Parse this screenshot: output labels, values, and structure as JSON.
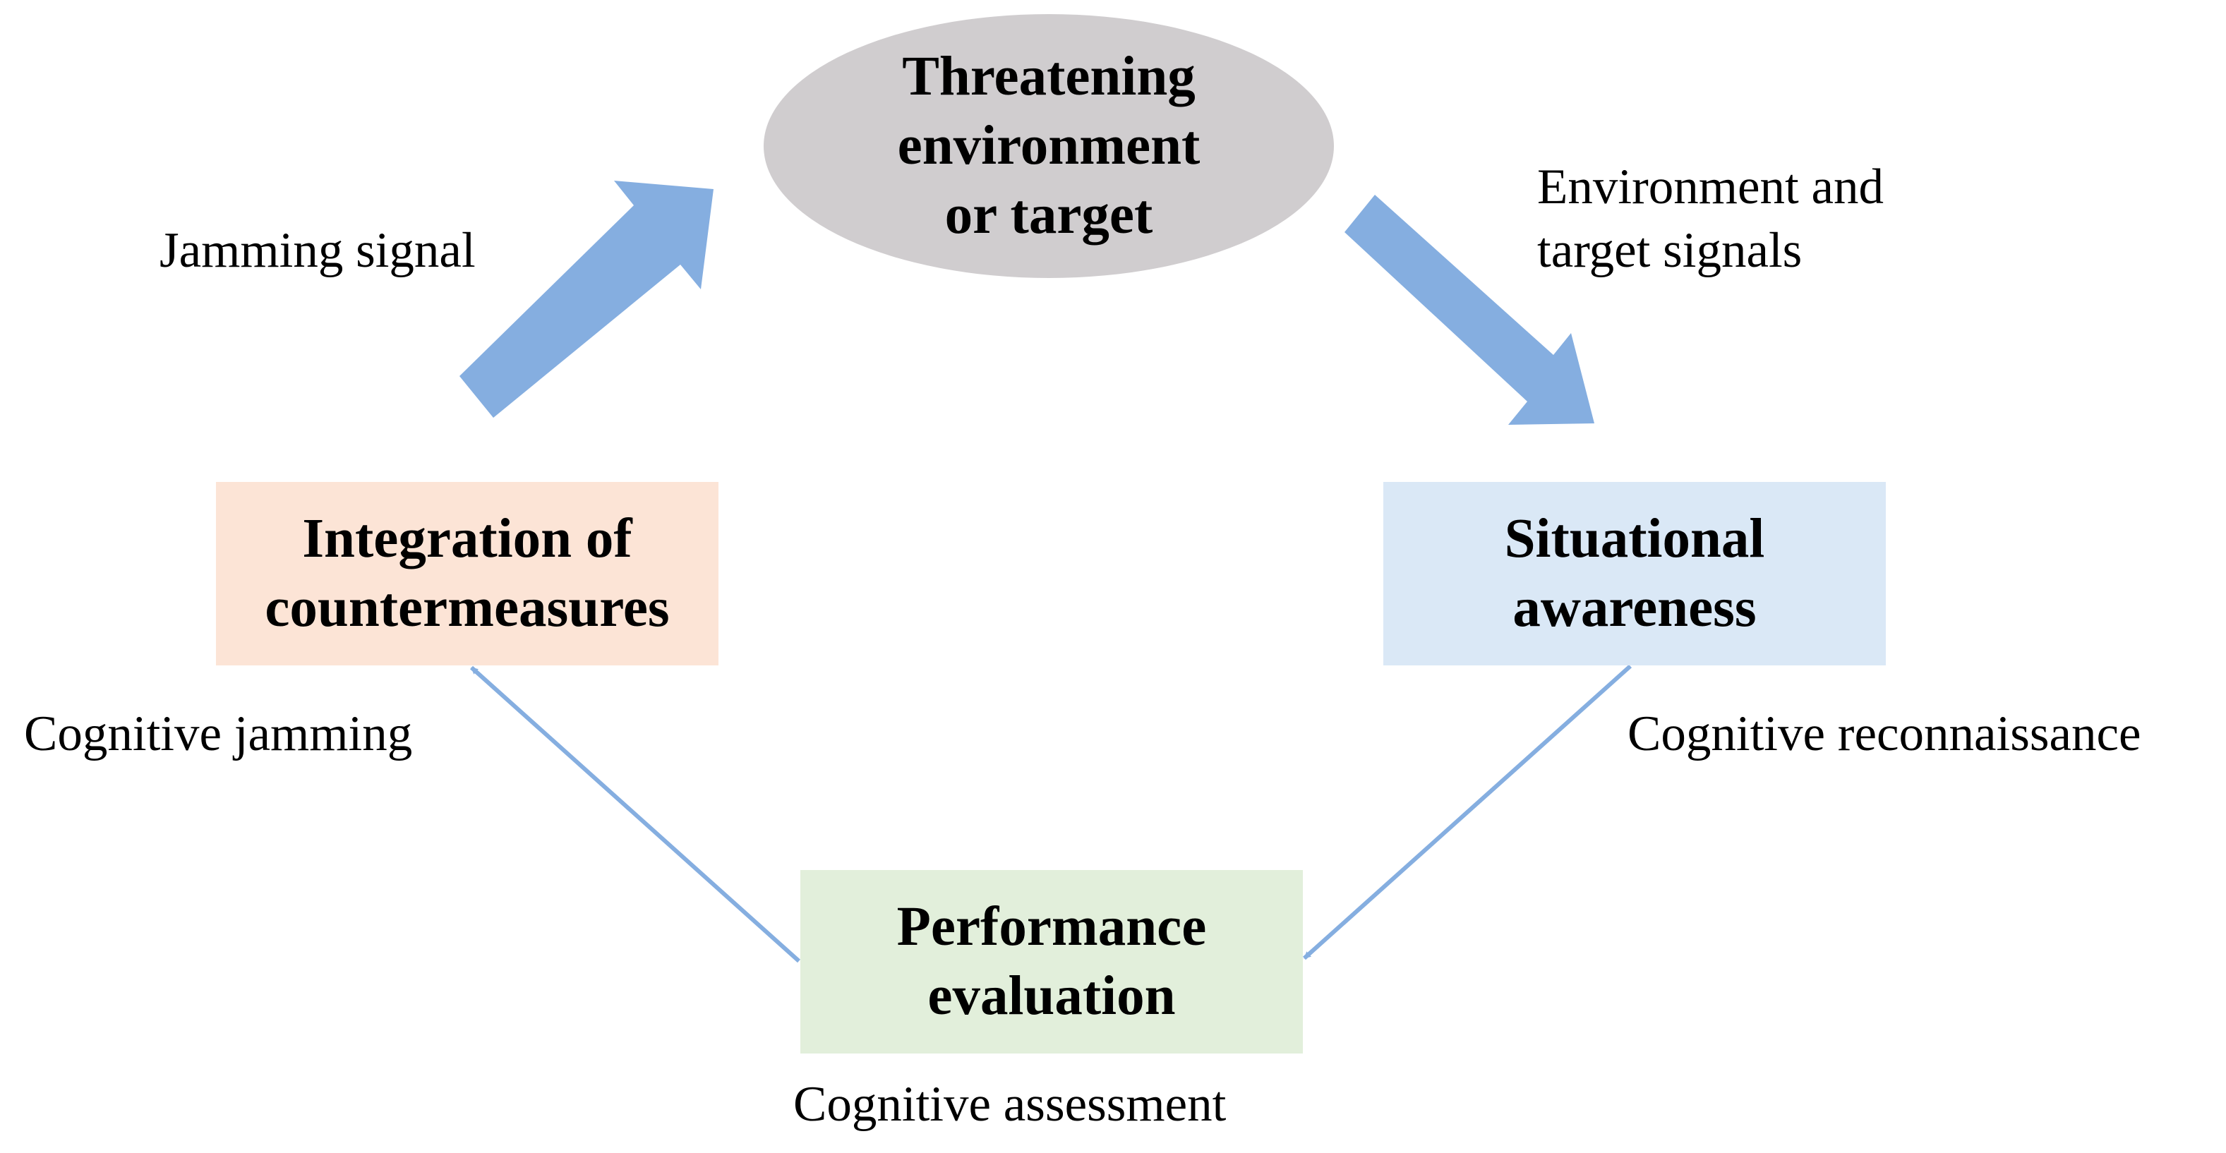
{
  "colors": {
    "ellipse_fill": "#d0cdcf",
    "integration_fill": "#fce4d6",
    "situational_fill": "#dae8f6",
    "performance_fill": "#e2efdb",
    "arrow": "#85aee0"
  },
  "nodes": {
    "threat": {
      "lines": [
        "Threatening",
        "environment",
        "or target"
      ]
    },
    "integration": {
      "lines": [
        "Integration of",
        "countermeasures"
      ]
    },
    "situational": {
      "lines": [
        "Situational",
        "awareness"
      ]
    },
    "performance": {
      "lines": [
        "Performance",
        "evaluation"
      ]
    }
  },
  "edge_labels": {
    "jamming_signal": "Jamming signal",
    "env_target_signals": [
      "Environment and",
      "target signals"
    ],
    "cognitive_jamming": "Cognitive jamming",
    "cognitive_reconnaissance": "Cognitive reconnaissance",
    "cognitive_assessment": "Cognitive assessment"
  }
}
